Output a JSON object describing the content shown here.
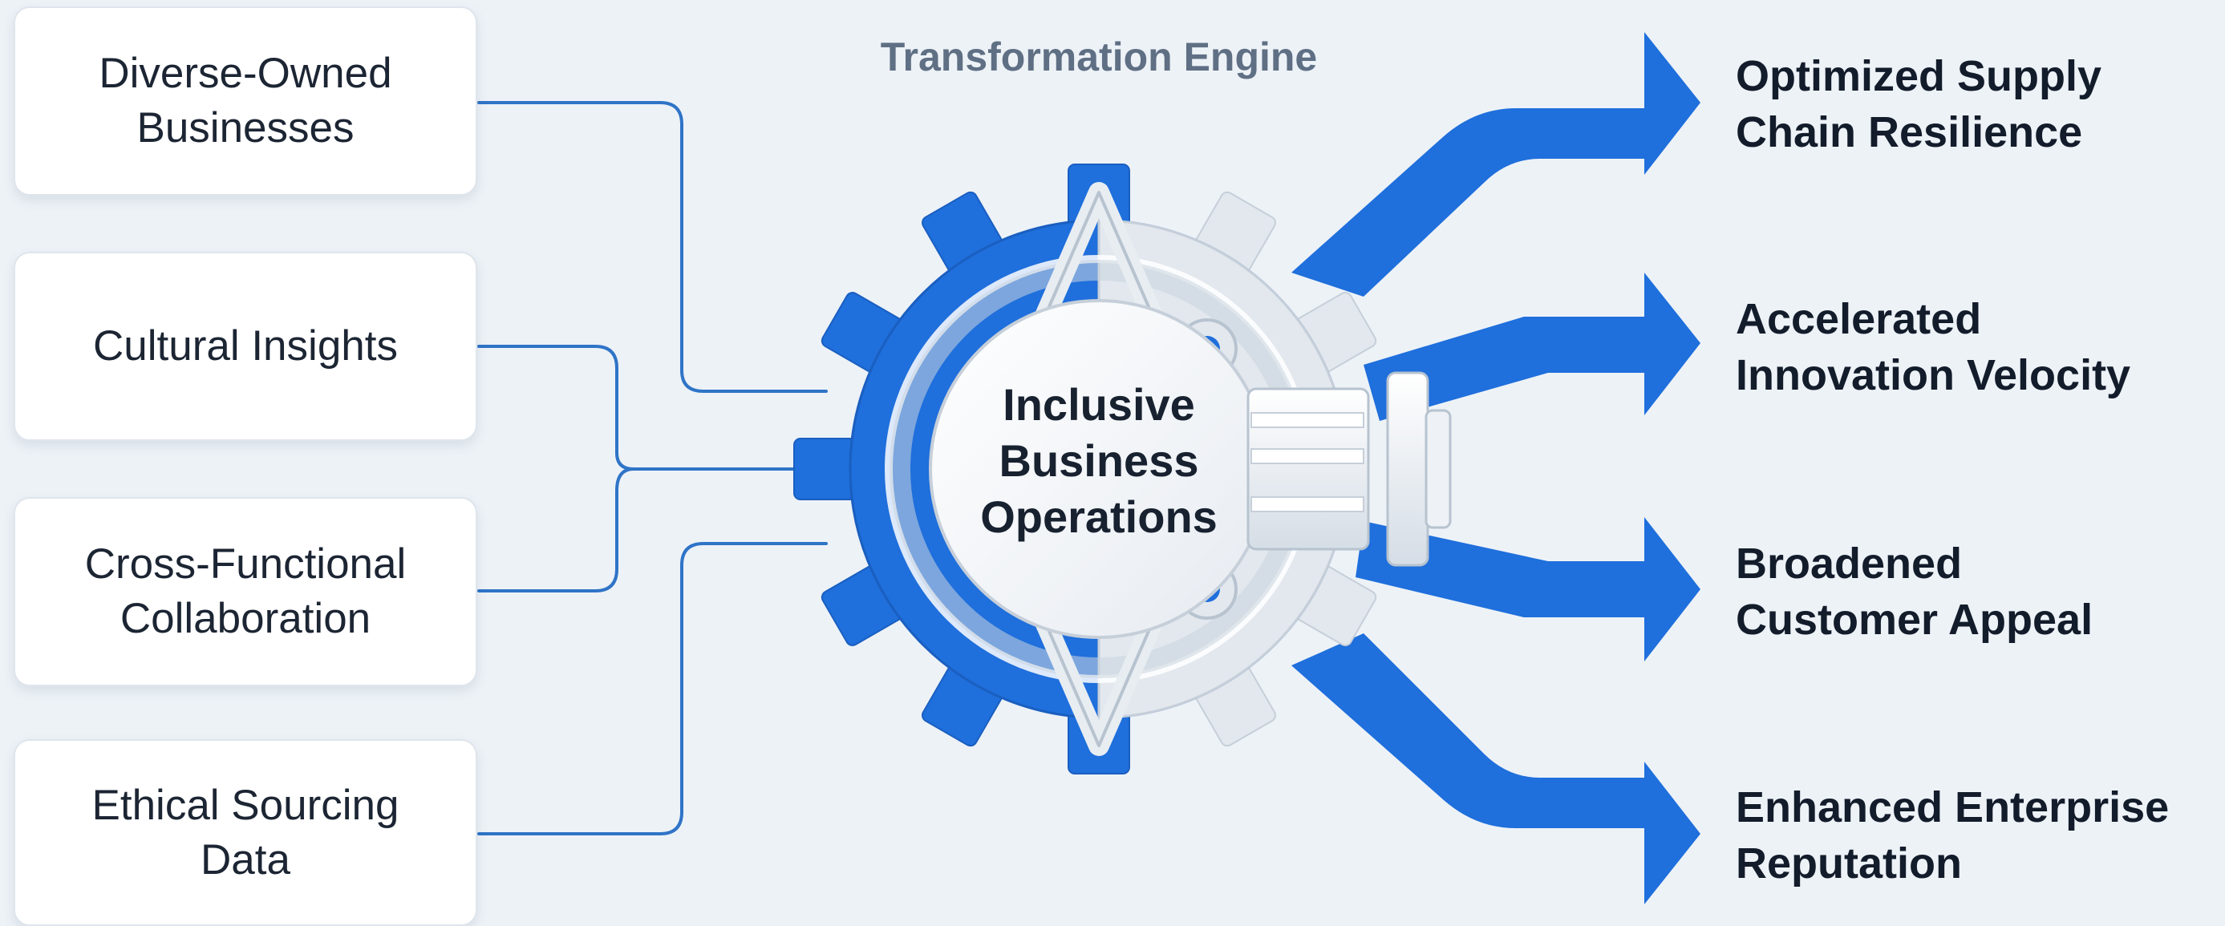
{
  "diagram": {
    "title": "Transformation Engine",
    "hub_label": "Inclusive\nBusiness\nOperations",
    "inputs": [
      {
        "label": "Diverse-Owned\nBusinesses"
      },
      {
        "label": "Cultural Insights"
      },
      {
        "label": "Cross-Functional\nCollaboration"
      },
      {
        "label": "Ethical Sourcing\nData"
      }
    ],
    "outputs": [
      {
        "label": "Optimized Supply\nChain Resilience"
      },
      {
        "label": "Accelerated\nInnovation Velocity"
      },
      {
        "label": "Broadened\nCustomer Appeal"
      },
      {
        "label": "Enhanced Enterprise\nReputation"
      }
    ]
  },
  "colors": {
    "background": "#edf2f7",
    "accent_blue": "#1f6fdc",
    "connector_blue": "#2f74c7",
    "gear_gray": "#e3e8ee",
    "text_dark": "#131c2b",
    "title_gray": "#5f6f84"
  },
  "icons": {
    "engine": "gear-icon",
    "piston": "piston-icon",
    "outputs": "arrow-right-icon"
  }
}
